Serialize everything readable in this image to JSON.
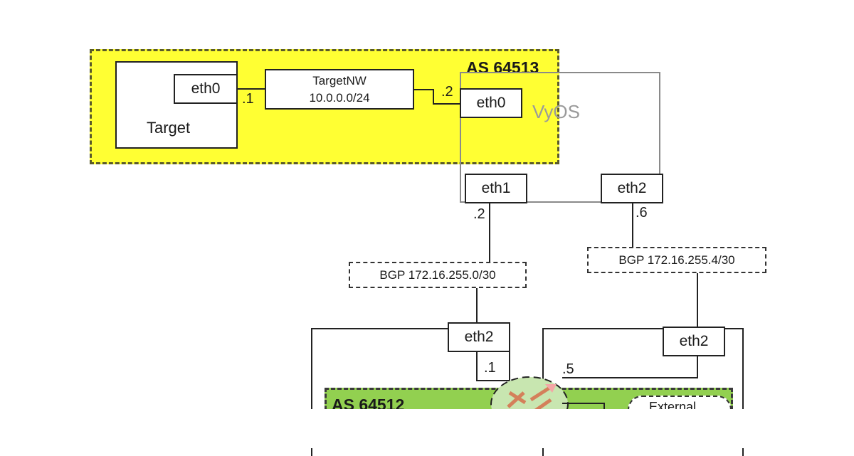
{
  "diagram": {
    "as_top": {
      "label": "AS 64513",
      "fill": "#ffff33",
      "border": "#555533"
    },
    "as_bottom": {
      "label": "AS 64512",
      "fill": "#92d050"
    },
    "target": {
      "label": "Target",
      "iface": "eth0",
      "ip_suffix": ".1"
    },
    "target_nw": {
      "name": "TargetNW",
      "cidr": "10.0.0.0/24"
    },
    "vyos": {
      "label": "VyOS",
      "eth0": {
        "iface": "eth0",
        "ip_suffix": ".2"
      },
      "eth1": {
        "iface": "eth1",
        "ip_suffix": ".2"
      },
      "eth2": {
        "iface": "eth2",
        "ip_suffix": ".6"
      }
    },
    "bgp_links": [
      {
        "label": "BGP 172.16.255.0/30"
      },
      {
        "label": "BGP 172.16.255.4/30"
      }
    ],
    "lower_left": {
      "iface": "eth2",
      "ip_suffix": ".1"
    },
    "lower_right": {
      "iface": "eth2",
      "ip_suffix": ".5"
    },
    "external": {
      "label": "External"
    },
    "router_icon": {
      "semantic": "router-icon"
    }
  }
}
